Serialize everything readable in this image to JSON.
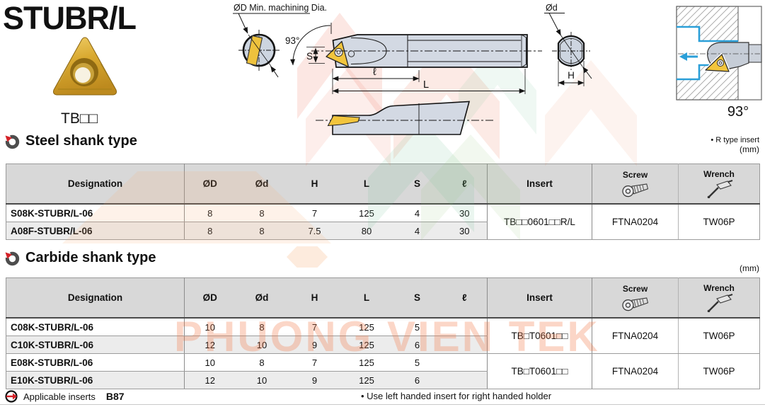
{
  "watermark": {
    "text": "PHUONG VIEN TEK"
  },
  "header": {
    "title": "STUBR/L",
    "insert_code": "TB□□"
  },
  "drawing": {
    "min_dia_label": "ØD Min. machining Dia.",
    "angle": "93°",
    "s": "S",
    "len_small": "ℓ",
    "len": "L",
    "dia_small": "Ød",
    "h": "H"
  },
  "application": {
    "angle": "93°"
  },
  "steel": {
    "heading": "Steel shank type",
    "note": "• R type insert",
    "unit": "(mm)",
    "headers": {
      "designation": "Designation",
      "dD": "ØD",
      "dd": "Ød",
      "h": "H",
      "L": "L",
      "s": "S",
      "l": "ℓ",
      "insert": "Insert",
      "screw": "Screw",
      "wrench": "Wrench"
    },
    "rows": [
      {
        "designation": "S08K-STUBR/L-06",
        "dD": "8",
        "dd": "8",
        "h": "7",
        "L": "125",
        "s": "4",
        "l": "30"
      },
      {
        "designation": "A08F-STUBR/L-06",
        "dD": "8",
        "dd": "8",
        "h": "7.5",
        "L": "80",
        "s": "4",
        "l": "30"
      }
    ],
    "group": {
      "insert": "TB□□0601□□R/L",
      "screw": "FTNA0204",
      "wrench": "TW06P"
    }
  },
  "carbide": {
    "heading": "Carbide shank type",
    "unit": "(mm)",
    "headers": {
      "designation": "Designation",
      "dD": "ØD",
      "dd": "Ød",
      "h": "H",
      "L": "L",
      "s": "S",
      "l": "ℓ",
      "insert": "Insert",
      "screw": "Screw",
      "wrench": "Wrench"
    },
    "rows": [
      {
        "designation": "C08K-STUBR/L-06",
        "dD": "10",
        "dd": "8",
        "h": "7",
        "L": "125",
        "s": "5",
        "l": ""
      },
      {
        "designation": "C10K-STUBR/L-06",
        "dD": "12",
        "dd": "10",
        "h": "9",
        "L": "125",
        "s": "6",
        "l": ""
      },
      {
        "designation": "E08K-STUBR/L-06",
        "dD": "10",
        "dd": "8",
        "h": "7",
        "L": "125",
        "s": "5",
        "l": ""
      },
      {
        "designation": "E10K-STUBR/L-06",
        "dD": "12",
        "dd": "10",
        "h": "9",
        "L": "125",
        "s": "6",
        "l": ""
      }
    ],
    "groups": [
      {
        "insert": "TB□T0601□□",
        "screw": "FTNA0204",
        "wrench": "TW06P"
      },
      {
        "insert": "TB□T0601□□",
        "screw": "FTNA0204",
        "wrench": "TW06P"
      }
    ]
  },
  "footer": {
    "label": "Applicable inserts",
    "ref": "B87",
    "note": "• Use left handed insert for right handed holder"
  }
}
